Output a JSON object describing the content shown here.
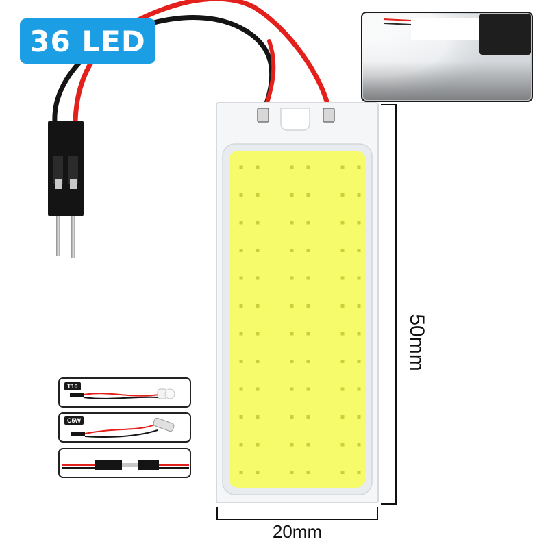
{
  "badge": {
    "label": "36 LED",
    "color": "#1c9ee4"
  },
  "dimensions": {
    "height_label": "50mm",
    "width_label": "20mm"
  },
  "accessories": [
    {
      "tag": "T10"
    },
    {
      "tag": "C5W"
    },
    {
      "tag": ""
    }
  ],
  "panel": {
    "led_color": "#f5fb6a",
    "board_color": "#f4f6f8"
  }
}
